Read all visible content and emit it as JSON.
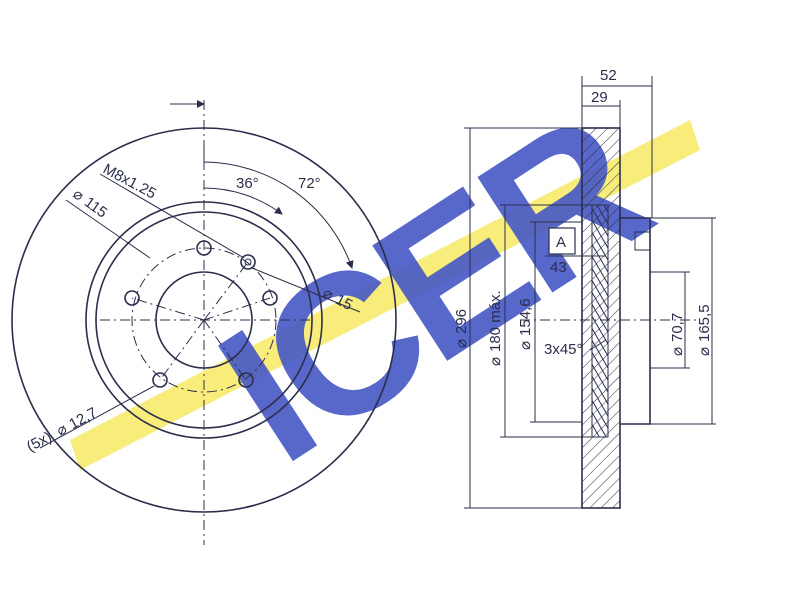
{
  "drawing": {
    "brand": {
      "text": "ICER",
      "color_blue": "#3b4ec2",
      "color_yellow": "#f6e85a"
    },
    "front_view": {
      "thread_label": "M8x1.25",
      "bolt_circle_label": "115",
      "angle_small_label": "36°",
      "angle_large_label": "72°",
      "pilot_hole_label": "15",
      "stud_holes_prefix": "(5x)",
      "stud_hole_label": "12,7"
    },
    "section_view": {
      "width_total_label": "52",
      "width_disc_label": "29",
      "datum_label": "A",
      "offset_label": "43",
      "chamfer_label": "3x45°",
      "outer_dia_label": "296",
      "max_dia_label": "180 máx.",
      "hat_dia_label": "154,6",
      "center_bore_label": "70,7",
      "hub_dia_label": "165,5"
    },
    "diameter_symbol": "⌀"
  }
}
